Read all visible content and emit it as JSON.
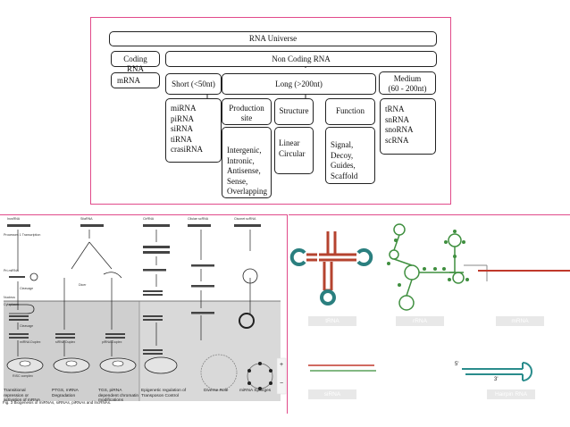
{
  "top_diagram": {
    "root": "RNA Universe",
    "coding": "Coding RNA",
    "noncoding": "Non Coding RNA",
    "mrna": "mRNA",
    "short": "Short (<50nt)",
    "long": "Long (>200nt)",
    "medium_line1": "Medium",
    "medium_line2": "(60 - 200nt)",
    "short_items": [
      "miRNA",
      "piRNA",
      "siRNA",
      "tiRNA",
      "crasiRNA"
    ],
    "production_line1": "Production",
    "production_line2": "site",
    "structure": "Structure",
    "function": "Function",
    "production_items": [
      "Intergenic,",
      "Intronic,",
      "Antisense,",
      "Sense,",
      "Overlapping"
    ],
    "structure_items": [
      "Linear",
      "Circular"
    ],
    "function_items": [
      "Signal,",
      "Decoy,",
      "Guides,",
      "Scaffold"
    ],
    "medium_items": [
      "tRNA",
      "snRNA",
      "snoRNA",
      "scRNA"
    ]
  },
  "biogenesis_figure": {
    "caption": "Fig. 3  Biogenesis of miRNAs, siRNAs, piRNAs and lncRNAs.",
    "column_titles": [
      "IncsRNA",
      "SiiaRNA",
      "CirRNA",
      "Cllulae scRNA",
      "Cisonet scRNA"
    ],
    "column_bottoms": [
      "Transitional repression or activation of mRNA",
      "PTGS, mRNA Degradation",
      "TGS, piRNA dependent chromatin modifications",
      "Epigenetic regulation of Transposon Control",
      "Diverse Role",
      "miRNA Sponges"
    ],
    "process_labels": [
      "Processes 1 Transcription",
      "Pri-miRNA",
      "Cleavage",
      "Nucleus",
      "Cytoplasm",
      "Cleavage",
      "miRNA Duplex",
      "Dicer",
      "RISC complex",
      "siRNA Duplex",
      "piRNA Duplex"
    ],
    "zoom_controls": [
      "+",
      "−"
    ]
  },
  "rna_types": {
    "labels": [
      "tRNA",
      "rRNA",
      "mRNA",
      "siRNA",
      "Hairpin RNA"
    ],
    "hairpin_5": "5'",
    "hairpin_3": "3'"
  },
  "colors": {
    "frame": "#e14a8a",
    "trna_stem": "#b5432f",
    "trna_loop": "#2a7f7f",
    "rrna_green": "#3f8f3f",
    "mrna_red": "#c0392b",
    "mrna_green": "#5aa05a",
    "label_bg": "#e8e8e8"
  }
}
